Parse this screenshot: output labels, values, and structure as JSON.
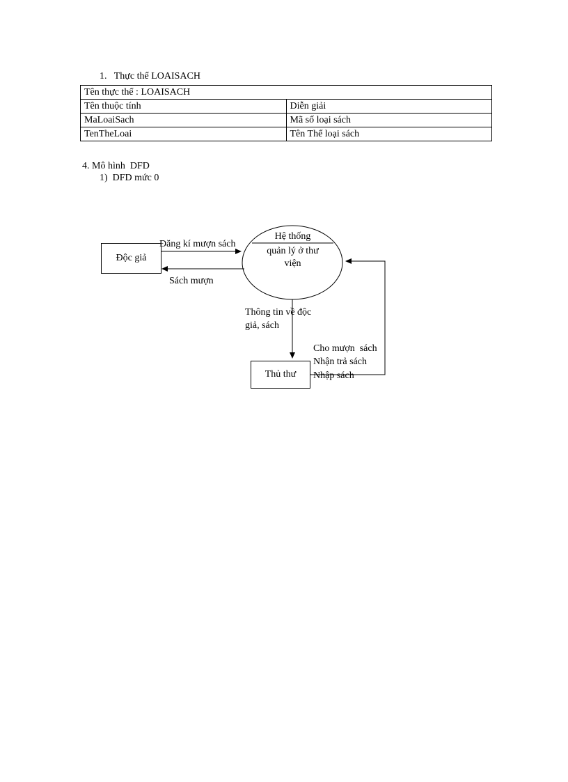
{
  "document": {
    "item1": "1.   Thực thể LOAISACH",
    "section4": "4. Mô hình  DFD",
    "sub1": "1)  DFD mức 0"
  },
  "table": {
    "title": "Tên thực thể : LOAISACH",
    "columns": [
      "Tên thuộc tính",
      "Diễn giải"
    ],
    "rows": [
      [
        "MaLoaiSach",
        "Mã số loại sách"
      ],
      [
        "TenTheLoai",
        "Tên Thể loại sách"
      ]
    ]
  },
  "diagram": {
    "entity_reader": "Độc giả",
    "process_line1": "Hệ thống",
    "process_line2": "quản lý ở thư",
    "process_line3": "viện",
    "entity_librarian": "Thủ thư",
    "flow_register": "Đăng kí mượn sách",
    "flow_borrow": "Sách mượn",
    "flow_info_line1": "Thông tin về độc",
    "flow_info_line2": "giả, sách",
    "flow_right": [
      "Cho mượn  sách",
      "Nhận trả sách",
      "Nhập sách"
    ]
  }
}
